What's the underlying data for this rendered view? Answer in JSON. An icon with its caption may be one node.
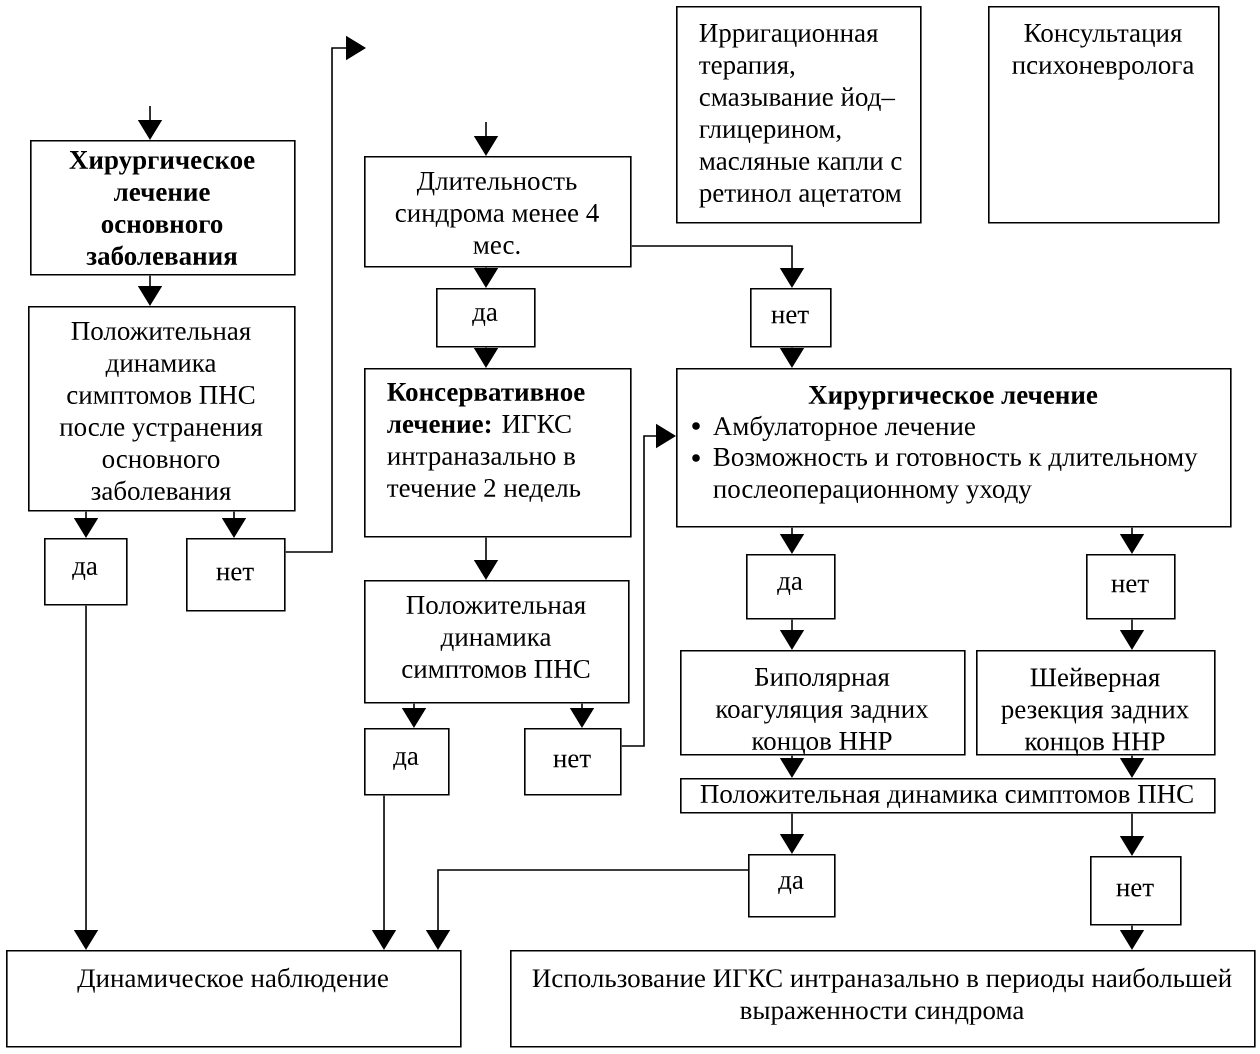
{
  "diagram": {
    "nodes": [
      {
        "text": [
          "Хирургическое лечение основного заболевания"
        ]
      },
      {
        "text": [
          "Положительная динамика симптомов ПНС после устранения основного заболевания"
        ]
      },
      {
        "text": [
          "да"
        ]
      },
      {
        "text": [
          "нет"
        ]
      },
      {
        "text": [
          "Длительность синдрома менее 4 мес."
        ]
      },
      {
        "text": [
          "да"
        ]
      },
      {
        "text": [
          "**Консервативное лечение:** ИГКС интраназально в течение 2 недель"
        ]
      },
      {
        "text": [
          "Положительная динамика симптомов ПНС"
        ]
      },
      {
        "text": [
          "да"
        ]
      },
      {
        "text": [
          "нет"
        ]
      },
      {
        "text": [
          "Ирригационная терапия, смазывание йод–глицерином, масляные капли с ретинол ацетатом"
        ]
      },
      {
        "text": [
          "Консультация психоневролога"
        ]
      },
      {
        "text": [
          "нет"
        ]
      },
      {
        "text": [
          "Хирургическое лечение",
          "Амбулаторное лечение",
          "Возможность и готовность к длительному послеоперационному уходу"
        ]
      },
      {
        "text": [
          "да"
        ]
      },
      {
        "text": [
          "нет"
        ]
      },
      {
        "text": [
          "Биполярная коагуляция задних концов ННР"
        ]
      },
      {
        "text": [
          "Шейверная резекция задних концов ННР"
        ]
      },
      {
        "text": [
          "Положительная динамика симптомов ПНС"
        ]
      },
      {
        "text": [
          "да"
        ]
      },
      {
        "text": [
          "нет"
        ]
      },
      {
        "text": [
          "Динамическое наблюдение"
        ]
      },
      {
        "text": [
          "Использование ИГКС интраназально в периоды наибольшей выраженности синдрома"
        ]
      }
    ],
    "edges": [
      {
        "from": null,
        "to": 0,
        "arrow": "to"
      },
      {
        "from": null,
        "to": 4,
        "arrow": "to"
      },
      {
        "from": 0,
        "to": 1,
        "arrow": "to"
      },
      {
        "from": 1,
        "to": 2,
        "arrow": "to"
      },
      {
        "from": 1,
        "to": 3,
        "arrow": "to"
      },
      {
        "from": 3,
        "to": null,
        "arrow": "to"
      },
      {
        "from": 2,
        "to": 21,
        "arrow": "to"
      },
      {
        "from": 4,
        "to": 5,
        "arrow": "to"
      },
      {
        "from": 4,
        "to": 12,
        "arrow": "to"
      },
      {
        "from": 5,
        "to": 6,
        "arrow": "to"
      },
      {
        "from": 6,
        "to": 7,
        "arrow": "to"
      },
      {
        "from": 7,
        "to": 8,
        "arrow": "to"
      },
      {
        "from": 7,
        "to": 9,
        "arrow": "to"
      },
      {
        "from": 9,
        "to": 13,
        "arrow": "to"
      },
      {
        "from": 8,
        "to": 21,
        "arrow": "to"
      },
      {
        "from": 12,
        "to": 13,
        "arrow": "to"
      },
      {
        "from": 13,
        "to": 14,
        "arrow": "to"
      },
      {
        "from": 13,
        "to": 15,
        "arrow": "to"
      },
      {
        "from": 14,
        "to": 16,
        "arrow": "to"
      },
      {
        "from": 15,
        "to": 17,
        "arrow": "to"
      },
      {
        "from": 16,
        "to": 18,
        "arrow": "to"
      },
      {
        "from": 17,
        "to": 18,
        "arrow": "to"
      },
      {
        "from": 18,
        "to": 19,
        "arrow": "to"
      },
      {
        "from": 18,
        "to": 20,
        "arrow": "to"
      },
      {
        "from": 19,
        "to": 21,
        "arrow": "to"
      },
      {
        "from": 20,
        "to": 22,
        "arrow": "to"
      }
    ]
  }
}
